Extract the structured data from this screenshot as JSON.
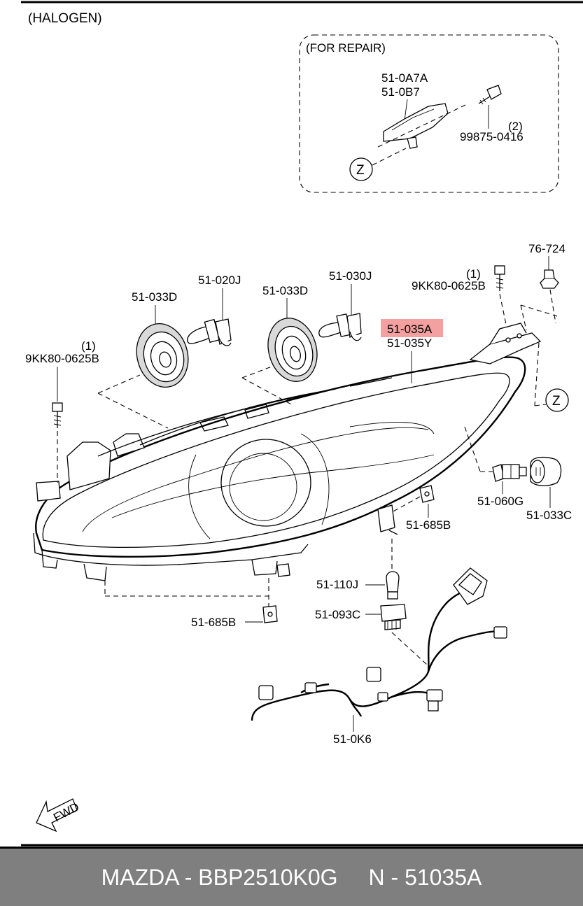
{
  "diagram": {
    "header": "(HALOGEN)",
    "repair_box_title": "(FOR REPAIR)",
    "labels": {
      "repair_part_a": "51-0A7A",
      "repair_part_b": "51-0B7",
      "repair_screw_qty": "(2)",
      "repair_screw": "99875-0416",
      "view_z_top": "Z",
      "view_z_side": "Z",
      "clip_right": "76-724",
      "bolt_right_qty": "(1)",
      "bolt_right": "9KK80-0625B",
      "bulb_low_left": "51-020J",
      "cap_left": "51-033D",
      "cap_mid": "51-033D",
      "bulb_high": "51-030J",
      "headlamp_a": "51-035A",
      "headlamp_y": "51-035Y",
      "bolt_left_qty": "(1)",
      "bolt_left": "9KK80-0625B",
      "bulb_small": "51-060G",
      "cap_small": "51-033C",
      "bracket_right": "51-685B",
      "bulb_turn": "51-110J",
      "socket": "51-093C",
      "bracket_bottom": "51-685B",
      "harness": "51-0K6",
      "fwd": "FWD"
    },
    "highlight_color": "#f4a0a0"
  },
  "footer": {
    "brand_part": "MAZDA - BBP2510K0G",
    "ref": "N - 51035A"
  }
}
